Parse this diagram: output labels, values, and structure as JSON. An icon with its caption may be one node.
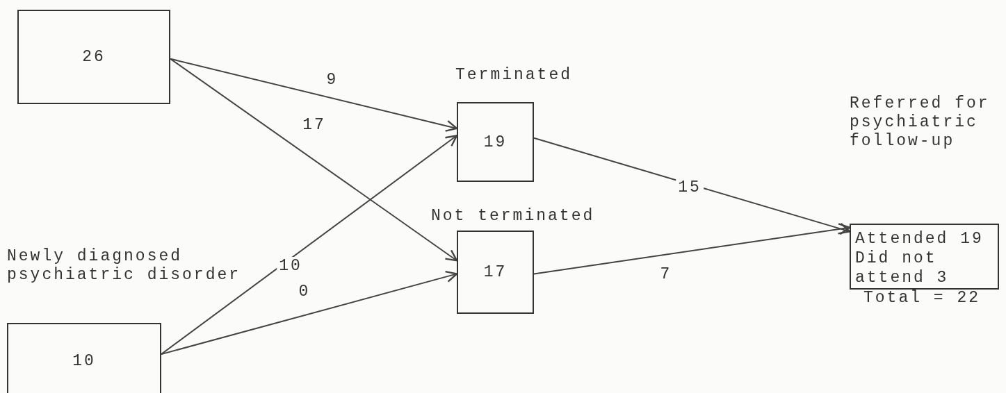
{
  "diagram": {
    "nodes": [
      {
        "text": [
          "26"
        ]
      },
      {
        "text": [
          "Newly diagnosed psychiatric disorder",
          "10"
        ]
      },
      {
        "text": [
          "Terminated",
          "19"
        ]
      },
      {
        "text": [
          "Not terminated",
          "17"
        ]
      },
      {
        "text": [
          "Referred for psychiatric follow-up",
          "Attended 19 Did not attend 3"
        ],
        "beside": [
          "Total = 22"
        ]
      }
    ],
    "edges": [
      {
        "from": 0,
        "to": 2,
        "arrow": "to",
        "label": "9"
      },
      {
        "from": 0,
        "to": 3,
        "arrow": "to",
        "label": "17"
      },
      {
        "from": 1,
        "to": 2,
        "arrow": "to",
        "label": "10"
      },
      {
        "from": 1,
        "to": 3,
        "arrow": "to",
        "label": "0"
      },
      {
        "from": 2,
        "to": 4,
        "arrow": "to",
        "label": "15"
      },
      {
        "from": 3,
        "to": 4,
        "arrow": "to",
        "label": "7"
      }
    ]
  }
}
